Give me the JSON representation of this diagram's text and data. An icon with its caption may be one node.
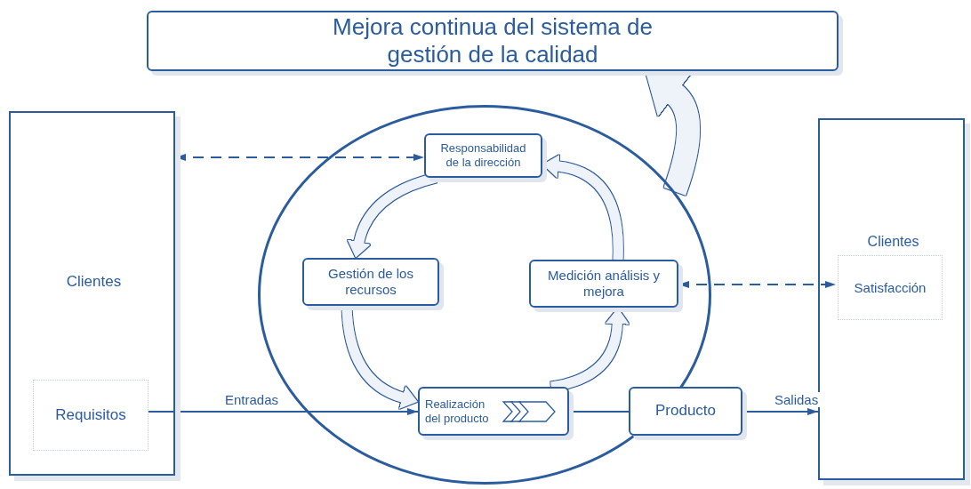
{
  "diagram": {
    "nodes": [
      {
        "text": [
          "Mejora continua del sistema de gestión de la calidad"
        ]
      },
      {
        "text": [
          "Clientes"
        ]
      },
      {
        "text": [
          "Requisitos"
        ],
        "in": 1
      },
      {
        "text": [],
        "shape": "ellipse"
      },
      {
        "text": [
          "Responsabilidad de la dirección"
        ],
        "in": 3
      },
      {
        "text": [
          "Gestión de los recursos"
        ],
        "in": 3
      },
      {
        "text": [
          "Medición análisis y mejora"
        ],
        "in": 3
      },
      {
        "text": [
          "Realización del producto"
        ],
        "in": 3
      },
      {
        "text": [
          "Producto"
        ]
      },
      {
        "text": [
          "Clientes"
        ]
      },
      {
        "text": [
          "Satisfacción"
        ],
        "in": 9
      }
    ],
    "edges": [
      {
        "from": 1,
        "to": 4,
        "arrow": "both",
        "style": "dashed"
      },
      {
        "from": 6,
        "to": 10,
        "arrow": "both",
        "style": "dashed"
      },
      {
        "from": 2,
        "to": 7,
        "arrow": "to",
        "label": "Entradas"
      },
      {
        "from": 7,
        "to": 8,
        "arrow": "none"
      },
      {
        "from": 8,
        "to": 9,
        "arrow": "to",
        "label": "Salidas"
      },
      {
        "from": 4,
        "to": 5,
        "arrow": "to",
        "style": "thick",
        "color": "#eef3fa"
      },
      {
        "from": 5,
        "to": 7,
        "arrow": "to",
        "style": "thick",
        "color": "#eef3fa"
      },
      {
        "from": 7,
        "to": 6,
        "arrow": "to",
        "style": "thick",
        "color": "#eef3fa"
      },
      {
        "from": 6,
        "to": 4,
        "arrow": "to",
        "style": "thick",
        "color": "#eef3fa"
      },
      {
        "from": 3,
        "to": 0,
        "arrow": "to",
        "style": "thick",
        "color": "#eef3fa"
      }
    ]
  }
}
